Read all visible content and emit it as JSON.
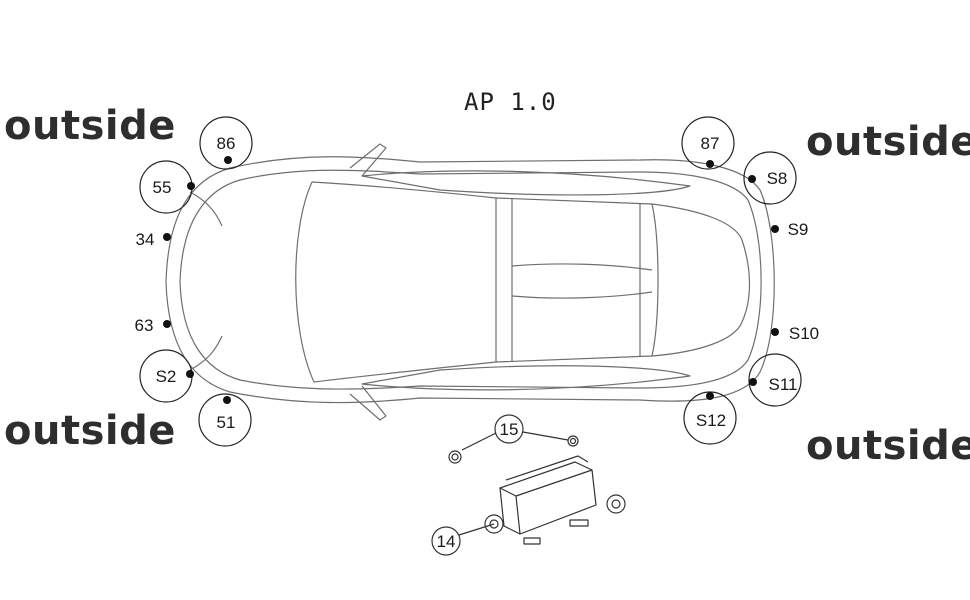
{
  "title": "AP 1.0",
  "corner_labels": {
    "top_left": "outside",
    "top_right": "outside",
    "bottom_left": "outside",
    "bottom_right": "outside"
  },
  "sensors": {
    "s86": "86",
    "s55": "55",
    "s34": "34",
    "s63": "63",
    "s2": "S2",
    "s51": "51",
    "s87": "87",
    "s8": "S8",
    "s9": "S9",
    "s10": "S10",
    "s11": "S11",
    "s312": "S12"
  },
  "parts": {
    "speakers": "15",
    "module": "14"
  }
}
